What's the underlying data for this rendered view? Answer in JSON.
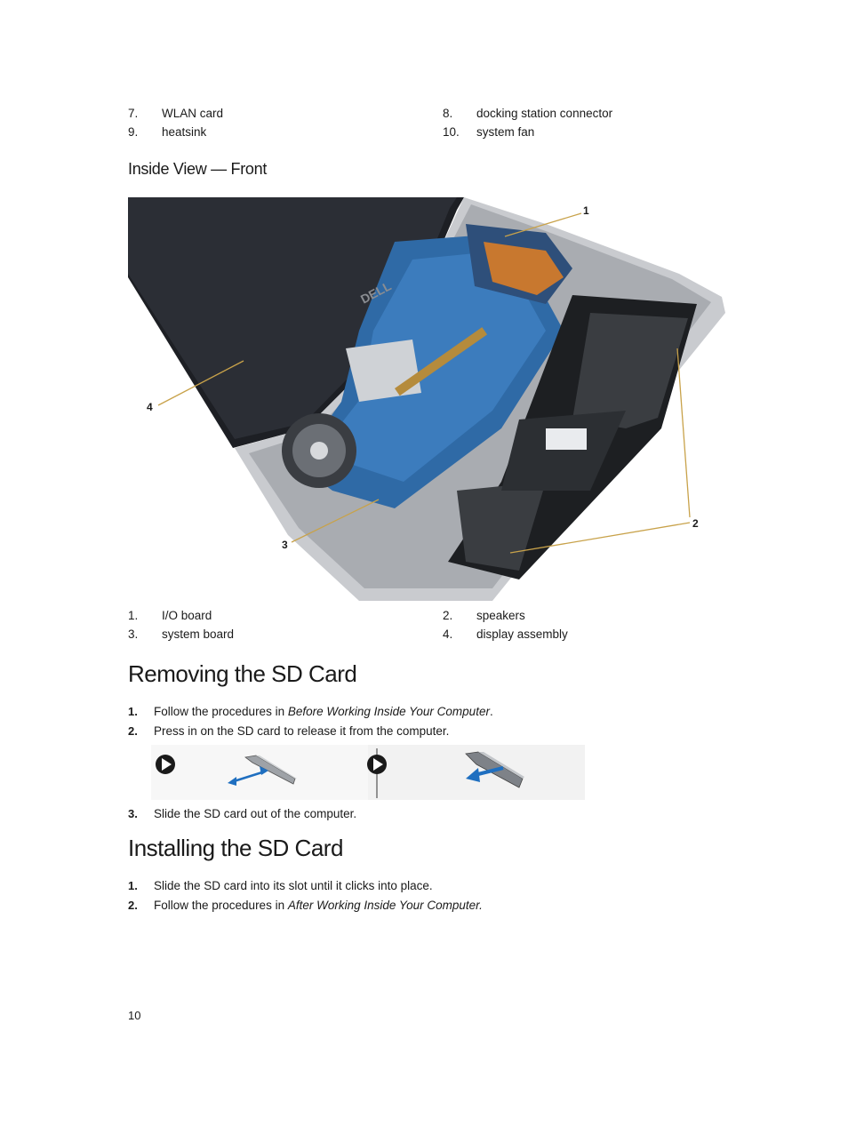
{
  "top_legend": [
    {
      "num": "7.",
      "label": "WLAN card"
    },
    {
      "num": "8.",
      "label": "docking station connector"
    },
    {
      "num": "9.",
      "label": "heatsink"
    },
    {
      "num": "10.",
      "label": "system fan"
    }
  ],
  "inside_view_heading": "Inside View — Front",
  "figure_callouts": [
    "1",
    "2",
    "3",
    "4"
  ],
  "figure_brand_mark": "DELL",
  "bottom_legend": [
    {
      "num": "1.",
      "label": "I/O board"
    },
    {
      "num": "2.",
      "label": "speakers"
    },
    {
      "num": "3.",
      "label": "system board"
    },
    {
      "num": "4.",
      "label": "display assembly"
    }
  ],
  "removing": {
    "title": "Removing the SD Card",
    "steps": [
      {
        "num": "1.",
        "pre": "Follow the procedures in ",
        "em": "Before Working Inside Your Computer",
        "post": "."
      },
      {
        "num": "2.",
        "text": "Press in on the SD card to release it from the computer."
      },
      {
        "num": "3.",
        "text": "Slide the SD card out of the computer."
      }
    ]
  },
  "installing": {
    "title": "Installing the SD Card",
    "steps": [
      {
        "num": "1.",
        "text": "Slide the SD card into its slot until it clicks into place."
      },
      {
        "num": "2.",
        "pre": "Follow the procedures in ",
        "em": "After Working Inside Your Computer."
      }
    ]
  },
  "page_number": "10",
  "colors": {
    "arrow_blue": "#1f6fc0",
    "text": "#1a1a1a",
    "play_icon": "#1a1a1a"
  }
}
